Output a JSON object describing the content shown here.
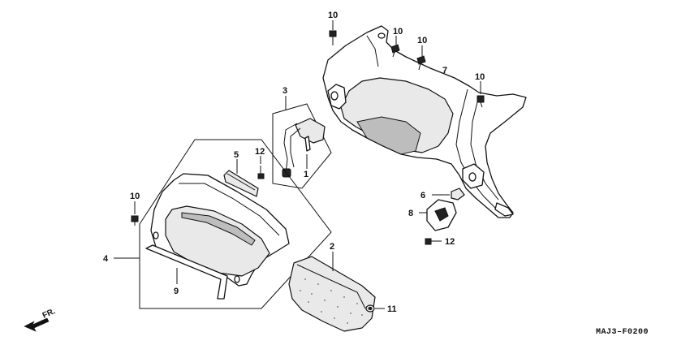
{
  "callouts": {
    "c1": "1",
    "c2": "2",
    "c3": "3",
    "c4": "4",
    "c5": "5",
    "c6": "6",
    "c7": "7",
    "c8": "8",
    "c9": "9",
    "c10a": "10",
    "c10b": "10",
    "c10c": "10",
    "c10d": "10",
    "c10e": "10",
    "c11": "11",
    "c12a": "12",
    "c12b": "12"
  },
  "direction_label": "FR.",
  "diagram_code": "MAJ3–F0200"
}
